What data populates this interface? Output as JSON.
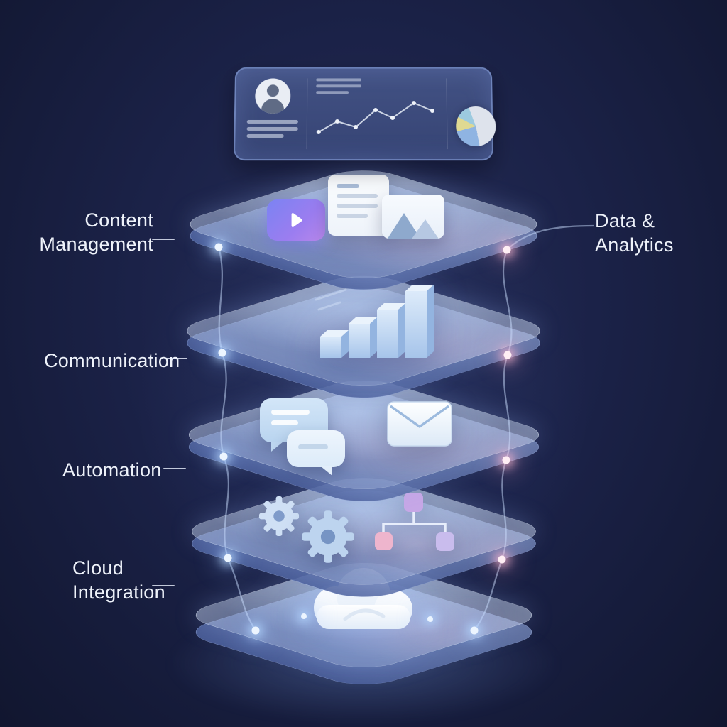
{
  "title": "Layered platform capability stack diagram",
  "labels": {
    "content_management": "Content Management",
    "data_analytics": "Data & Analytics",
    "communication": "Communication",
    "automation": "Automation",
    "cloud_integration": "Cloud Integration"
  },
  "dashboard": {
    "name": "dashboard-screen",
    "elements": [
      "user-avatar-icon",
      "text-lines",
      "line-chart-icon",
      "pie-chart-icon"
    ]
  },
  "layers": [
    {
      "name": "content-management-layer",
      "icons": [
        "play-video-icon",
        "document-icon",
        "image-icon"
      ]
    },
    {
      "name": "analytics-layer",
      "icons": [
        "bar-chart-icon"
      ]
    },
    {
      "name": "communication-layer",
      "icons": [
        "chat-bubbles-icon",
        "email-icon"
      ]
    },
    {
      "name": "automation-layer",
      "icons": [
        "gear-small-icon",
        "gear-large-icon",
        "workflow-icon"
      ]
    },
    {
      "name": "cloud-layer",
      "icons": [
        "cloud-icon"
      ]
    }
  ],
  "colors": {
    "background": "#1b2248",
    "layer_glass": "rgba(205,220,248,0.5)",
    "accent_purple": "#8b80f0",
    "glow_blue": "#bcd9ff",
    "glow_pink": "#ffc9da",
    "text": "#eef2fa"
  }
}
